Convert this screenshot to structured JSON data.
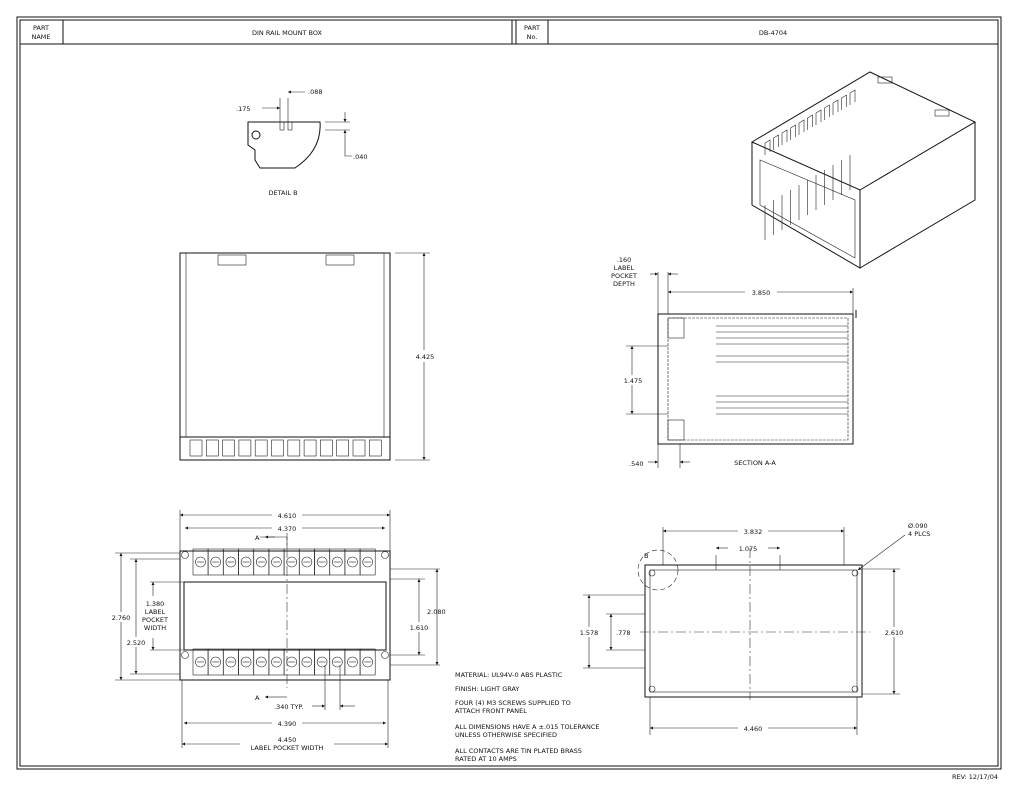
{
  "title_block": {
    "part_name_label": [
      "PART",
      "NAME"
    ],
    "part_name": "DIN RAIL MOUNT BOX",
    "part_no_label": [
      "PART",
      "No."
    ],
    "part_no": "DB-4704"
  },
  "detail_b": {
    "title": "DETAIL B",
    "dims": [
      ".175",
      ".088",
      ".040"
    ]
  },
  "top_view": {
    "dims": [
      "4.425"
    ]
  },
  "section": {
    "title": "SECTION A-A",
    "label_pocket_depth": [
      ".160",
      "LABEL",
      "POCKET",
      "DEPTH"
    ],
    "dims": [
      "3.850",
      "1.475",
      ".540"
    ]
  },
  "front_view": {
    "dims": [
      "4.610",
      "4.370",
      "2.760",
      "2.520",
      "2.080",
      "1.610",
      ".340 TYP.",
      "4.390",
      "4.450"
    ],
    "label_pocket_width_left": [
      "1.380",
      "LABEL",
      "POCKET",
      "WIDTH"
    ],
    "label_pocket_width_bottom": "LABEL POCKET WIDTH",
    "section_marker": "A"
  },
  "back_view": {
    "dims": [
      "3.832",
      "1.075",
      "1.578",
      ".778",
      "2.610",
      "4.460"
    ],
    "hole_note": [
      "Ø.090",
      "4 PLCS"
    ],
    "detail_marker": "B"
  },
  "notes": [
    [
      "MATERIAL: UL94V-0 ABS PLASTIC"
    ],
    [
      "FINISH: LIGHT GRAY"
    ],
    [
      "FOUR (4) M3 SCREWS SUPPLIED TO",
      "ATTACH FRONT PANEL"
    ],
    [
      "ALL DIMENSIONS HAVE A ±.015 TOLERANCE",
      "UNLESS OTHERWISE SPECIFIED"
    ],
    [
      "ALL CONTACTS ARE TIN PLATED BRASS",
      "RATED AT 10 AMPS"
    ]
  ],
  "revision": "REV: 12/17/04"
}
